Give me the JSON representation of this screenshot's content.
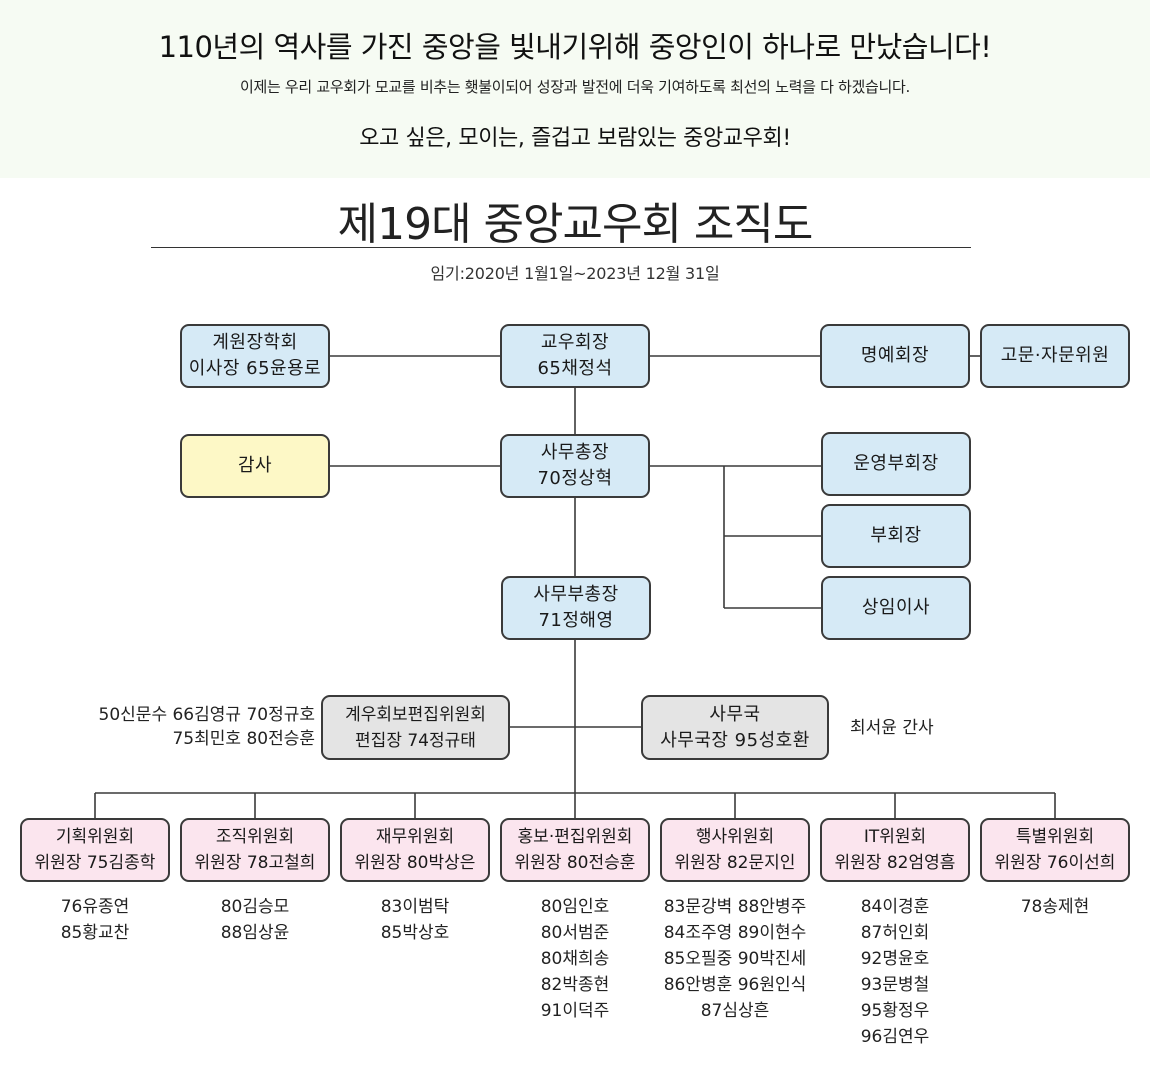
{
  "header": {
    "title": "110년의 역사를 가진 중앙을 빛내기위해 중앙인이 하나로 만났습니다!",
    "subtitle": "이제는 우리 교우회가 모교를 비추는 횃불이되어 성장과 발전에 더욱 기여하도록 최선의 노력을 다 하겠습니다.",
    "slogan": "오고 싶은, 모이는, 즐겁고 보람있는 중앙교우회!"
  },
  "chart": {
    "title": "제19대 중앙교우회 조직도",
    "term": "임기:2020년  1월1일~2023년  12월  31일"
  },
  "colors": {
    "header_bg": "#f6fbf3",
    "executive_box": "#d6eaf6",
    "audit_box": "#fdf8c6",
    "office_box": "#e4e4e4",
    "committee_box": "#fbe5ee",
    "line": "#3a3a3a"
  },
  "nodes": {
    "scholarship": {
      "line1": "계원장학회",
      "line2": "이사장 65윤용로"
    },
    "president": {
      "line1": "교우회장",
      "line2": "65채정석"
    },
    "honorary": {
      "line1": "명예회장"
    },
    "advisors": {
      "line1": "고문·자문위원"
    },
    "audit": {
      "line1": "감사"
    },
    "secretary_general": {
      "line1": "사무총장",
      "line2": "70정상혁"
    },
    "exec_vp": {
      "line1": "운영부회장"
    },
    "vp": {
      "line1": "부회장"
    },
    "standing_director": {
      "line1": "상임이사"
    },
    "deputy_secretary": {
      "line1": "사무부총장",
      "line2": "71정해영"
    },
    "newsletter": {
      "line1": "계우회보편집위원회",
      "line2": "편집장 74정규태",
      "members": [
        "50신문수 66김영규 70정규호",
        "75최민호 80전승훈"
      ]
    },
    "office": {
      "line1": "사무국",
      "line2": "사무국장 95성호환",
      "staff": "최서윤  간사"
    }
  },
  "committees": [
    {
      "name": "기획위원회",
      "chair": "위원장 75김종학",
      "members": [
        "76유종연",
        "85황교찬"
      ]
    },
    {
      "name": "조직위원회",
      "chair": "위원장 78고철희",
      "members": [
        "80김승모",
        "88임상윤"
      ]
    },
    {
      "name": "재무위원회",
      "chair": "위원장 80박상은",
      "members": [
        "83이범탁",
        "85박상호"
      ]
    },
    {
      "name": "홍보·편집위원회",
      "chair": "위원장 80전승훈",
      "members": [
        "80임인호",
        "80서범준",
        "80채희송",
        "82박종현",
        "91이덕주"
      ]
    },
    {
      "name": "행사위원회",
      "chair": "위원장 82문지인",
      "members": [
        "83문강벽 88안병주",
        "84조주영 89이현수",
        "85오필중 90박진세",
        "86안병훈 96원인식",
        "87심상흔"
      ]
    },
    {
      "name": "IT위원회",
      "chair": "위원장 82엄영흠",
      "members": [
        "84이경훈",
        "87허인회",
        "92명윤호",
        "93문병철",
        "95황정우",
        "96김연우"
      ]
    },
    {
      "name": "특별위원회",
      "chair": "위원장 76이선희",
      "members": [
        "78송제현"
      ]
    }
  ]
}
